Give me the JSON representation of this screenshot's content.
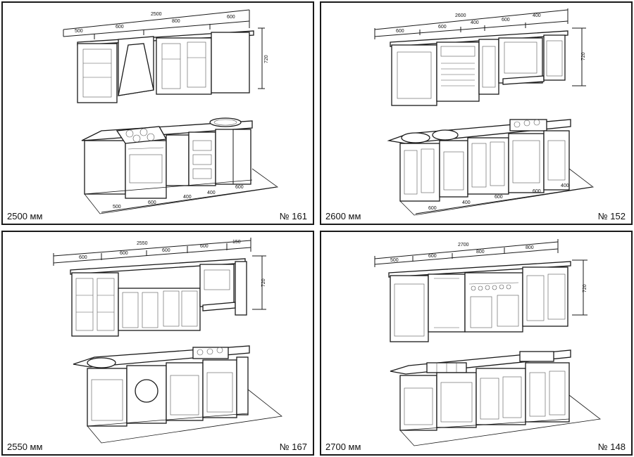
{
  "panels": [
    {
      "size_label": "2500 мм",
      "number_label": "№ 161",
      "top_dims": {
        "total": "2500",
        "parts": [
          "500",
          "600",
          "800",
          "600"
        ]
      },
      "height_dim": "720",
      "bottom_dims": [
        "500",
        "600",
        "400",
        "400",
        "600"
      ]
    },
    {
      "size_label": "2600 мм",
      "number_label": "№ 152",
      "top_dims": {
        "total": "2600",
        "parts": [
          "600",
          "600",
          "400",
          "600",
          "400"
        ]
      },
      "height_dim": "720",
      "bottom_dims": [
        "600",
        "400",
        "600",
        "600",
        "400"
      ]
    },
    {
      "size_label": "2550 мм",
      "number_label": "№ 167",
      "top_dims": {
        "total": "2550",
        "parts": [
          "600",
          "600",
          "600",
          "600",
          "150"
        ]
      },
      "height_dim": "720",
      "bottom_dims": []
    },
    {
      "size_label": "2700 мм",
      "number_label": "№ 148",
      "top_dims": {
        "total": "2700",
        "parts": [
          "500",
          "600",
          "800",
          "800"
        ]
      },
      "height_dim": "720",
      "bottom_dims": []
    }
  ]
}
